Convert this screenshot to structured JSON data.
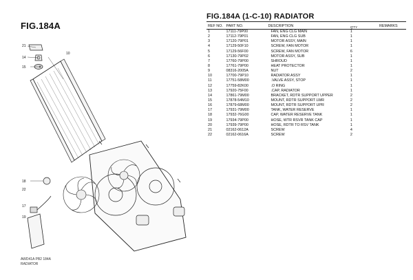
{
  "fig_label": "FIG.184A",
  "title": "FIG.184A (1-C-10) RADIATOR",
  "columns": {
    "ref": "REF NO.",
    "part": "PART NO.",
    "desc": "DESCRIPTION",
    "qty_top": "Q'TY",
    "qty_bottom": "",
    "remarks": "REMARKS"
  },
  "rows": [
    {
      "ref": "1",
      "part": "17111-79P00",
      "desc": "FAN, ENG CLG MAIN",
      "qty": "1"
    },
    {
      "ref": "2",
      "part": "17112-79P01",
      "desc": "FAN, ENG CLG SUB",
      "qty": "1"
    },
    {
      "ref": "3",
      "part": "17120-79P01",
      "desc": "MOTOR ASSY, MAIN",
      "qty": "1"
    },
    {
      "ref": "4",
      "part": "17129-50F10",
      "desc": "SCREW, FAN MOTOR",
      "qty": "1"
    },
    {
      "ref": "5",
      "part": "17129-56F00",
      "desc": "SCREW, FAN MOTOR",
      "qty": "6"
    },
    {
      "ref": "6",
      "part": "17130-79P02",
      "desc": "MOTOR ASSY, SUB",
      "qty": "1"
    },
    {
      "ref": "7",
      "part": "17760-79P00",
      "desc": "SHROUD",
      "qty": "1"
    },
    {
      "ref": "8",
      "part": "17761-79P00",
      "desc": "HEAT PROTECTOR",
      "qty": "1"
    },
    {
      "ref": "9",
      "part": "08316-2005A",
      "desc": "NUT",
      "qty": "2"
    },
    {
      "ref": "10",
      "part": "17700-79P10",
      "desc": "RADIATOR ASSY",
      "qty": "1"
    },
    {
      "ref": "11",
      "part": "17751-58M00",
      "desc": ".VALVE ASSY, STOP",
      "qty": "1"
    },
    {
      "ref": "12",
      "part": "17759-82K00",
      "desc": ".O RING",
      "qty": "1"
    },
    {
      "ref": "13",
      "part": "17920-75F00",
      "desc": ".CAP, RADIATOR",
      "qty": "1"
    },
    {
      "ref": "14",
      "part": "17861-79M00",
      "desc": "BRACKET, RDTR SUPPORT UPPER",
      "qty": "2"
    },
    {
      "ref": "15",
      "part": "17878-54M10",
      "desc": "MOUNT, RDTR SUPPORT LWR",
      "qty": "2"
    },
    {
      "ref": "16",
      "part": "17879-68M00",
      "desc": "MOUNT, RDTR SUPPORT UPR",
      "qty": "2"
    },
    {
      "ref": "17",
      "part": "17931-79M00",
      "desc": "TANK, WATER RESERVE",
      "qty": "1"
    },
    {
      "ref": "18",
      "part": "17932-76G00",
      "desc": "CAP, WATER RESERVE TANK",
      "qty": "1"
    },
    {
      "ref": "19",
      "part": "17934-79P00",
      "desc": "HOSE, WTR RSVR TANK CAP",
      "qty": "1"
    },
    {
      "ref": "20",
      "part": "17939-79P00",
      "desc": "HOSE, RDTR TO RSV TANK",
      "qty": "1"
    },
    {
      "ref": "21",
      "part": "02162-0612A",
      "desc": "SCREW",
      "qty": "4"
    },
    {
      "ref": "22",
      "part": "02162-0616A",
      "desc": "SCREW",
      "qty": "2"
    }
  ],
  "callouts": [
    "21",
    "14",
    "15",
    "10",
    "18",
    "22",
    "17",
    "19"
  ],
  "footer": {
    "line1": "AWD41A PB2 184A",
    "line2": "RADIATOR"
  }
}
